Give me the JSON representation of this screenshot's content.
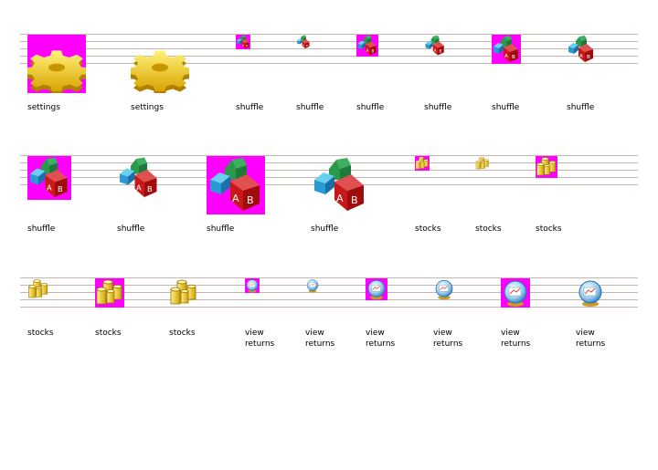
{
  "colors": {
    "icon_background": "#ff00ff",
    "guide_lines": "#c8b4b0"
  },
  "icons": [
    {
      "label": "settings",
      "icon": "gear-icon",
      "size": 64,
      "magenta": true
    },
    {
      "label": "settings",
      "icon": "gear-icon",
      "size": 64,
      "magenta": false
    },
    {
      "label": "shuffle",
      "icon": "shuffle-blocks-icon",
      "size": 16,
      "magenta": true
    },
    {
      "label": "shuffle",
      "icon": "shuffle-blocks-icon",
      "size": 16,
      "magenta": false
    },
    {
      "label": "shuffle",
      "icon": "shuffle-blocks-icon",
      "size": 24,
      "magenta": true
    },
    {
      "label": "shuffle",
      "icon": "shuffle-blocks-icon",
      "size": 24,
      "magenta": false
    },
    {
      "label": "shuffle",
      "icon": "shuffle-blocks-icon",
      "size": 32,
      "magenta": true
    },
    {
      "label": "shuffle",
      "icon": "shuffle-blocks-icon",
      "size": 32,
      "magenta": false
    },
    {
      "label": "shuffle",
      "icon": "shuffle-blocks-icon",
      "size": 48,
      "magenta": true
    },
    {
      "label": "shuffle",
      "icon": "shuffle-blocks-icon",
      "size": 48,
      "magenta": false
    },
    {
      "label": "shuffle",
      "icon": "shuffle-blocks-icon",
      "size": 64,
      "magenta": true
    },
    {
      "label": "shuffle",
      "icon": "shuffle-blocks-icon",
      "size": 64,
      "magenta": false
    },
    {
      "label": "stocks",
      "icon": "coin-stacks-icon",
      "size": 16,
      "magenta": true
    },
    {
      "label": "stocks",
      "icon": "coin-stacks-icon",
      "size": 16,
      "magenta": false
    },
    {
      "label": "stocks",
      "icon": "coin-stacks-icon",
      "size": 24,
      "magenta": true
    },
    {
      "label": "stocks",
      "icon": "coin-stacks-icon",
      "size": 24,
      "magenta": false
    },
    {
      "label": "stocks",
      "icon": "coin-stacks-icon",
      "size": 32,
      "magenta": true
    },
    {
      "label": "stocks",
      "icon": "coin-stacks-icon",
      "size": 32,
      "magenta": false
    },
    {
      "label": "view returns",
      "icon": "crystal-ball-chart-icon",
      "size": 16,
      "magenta": true
    },
    {
      "label": "view returns",
      "icon": "crystal-ball-chart-icon",
      "size": 16,
      "magenta": false
    },
    {
      "label": "view returns",
      "icon": "crystal-ball-chart-icon",
      "size": 24,
      "magenta": true
    },
    {
      "label": "view returns",
      "icon": "crystal-ball-chart-icon",
      "size": 24,
      "magenta": false
    },
    {
      "label": "view returns",
      "icon": "crystal-ball-chart-icon",
      "size": 32,
      "magenta": true
    },
    {
      "label": "view returns",
      "icon": "crystal-ball-chart-icon",
      "size": 32,
      "magenta": false
    }
  ]
}
